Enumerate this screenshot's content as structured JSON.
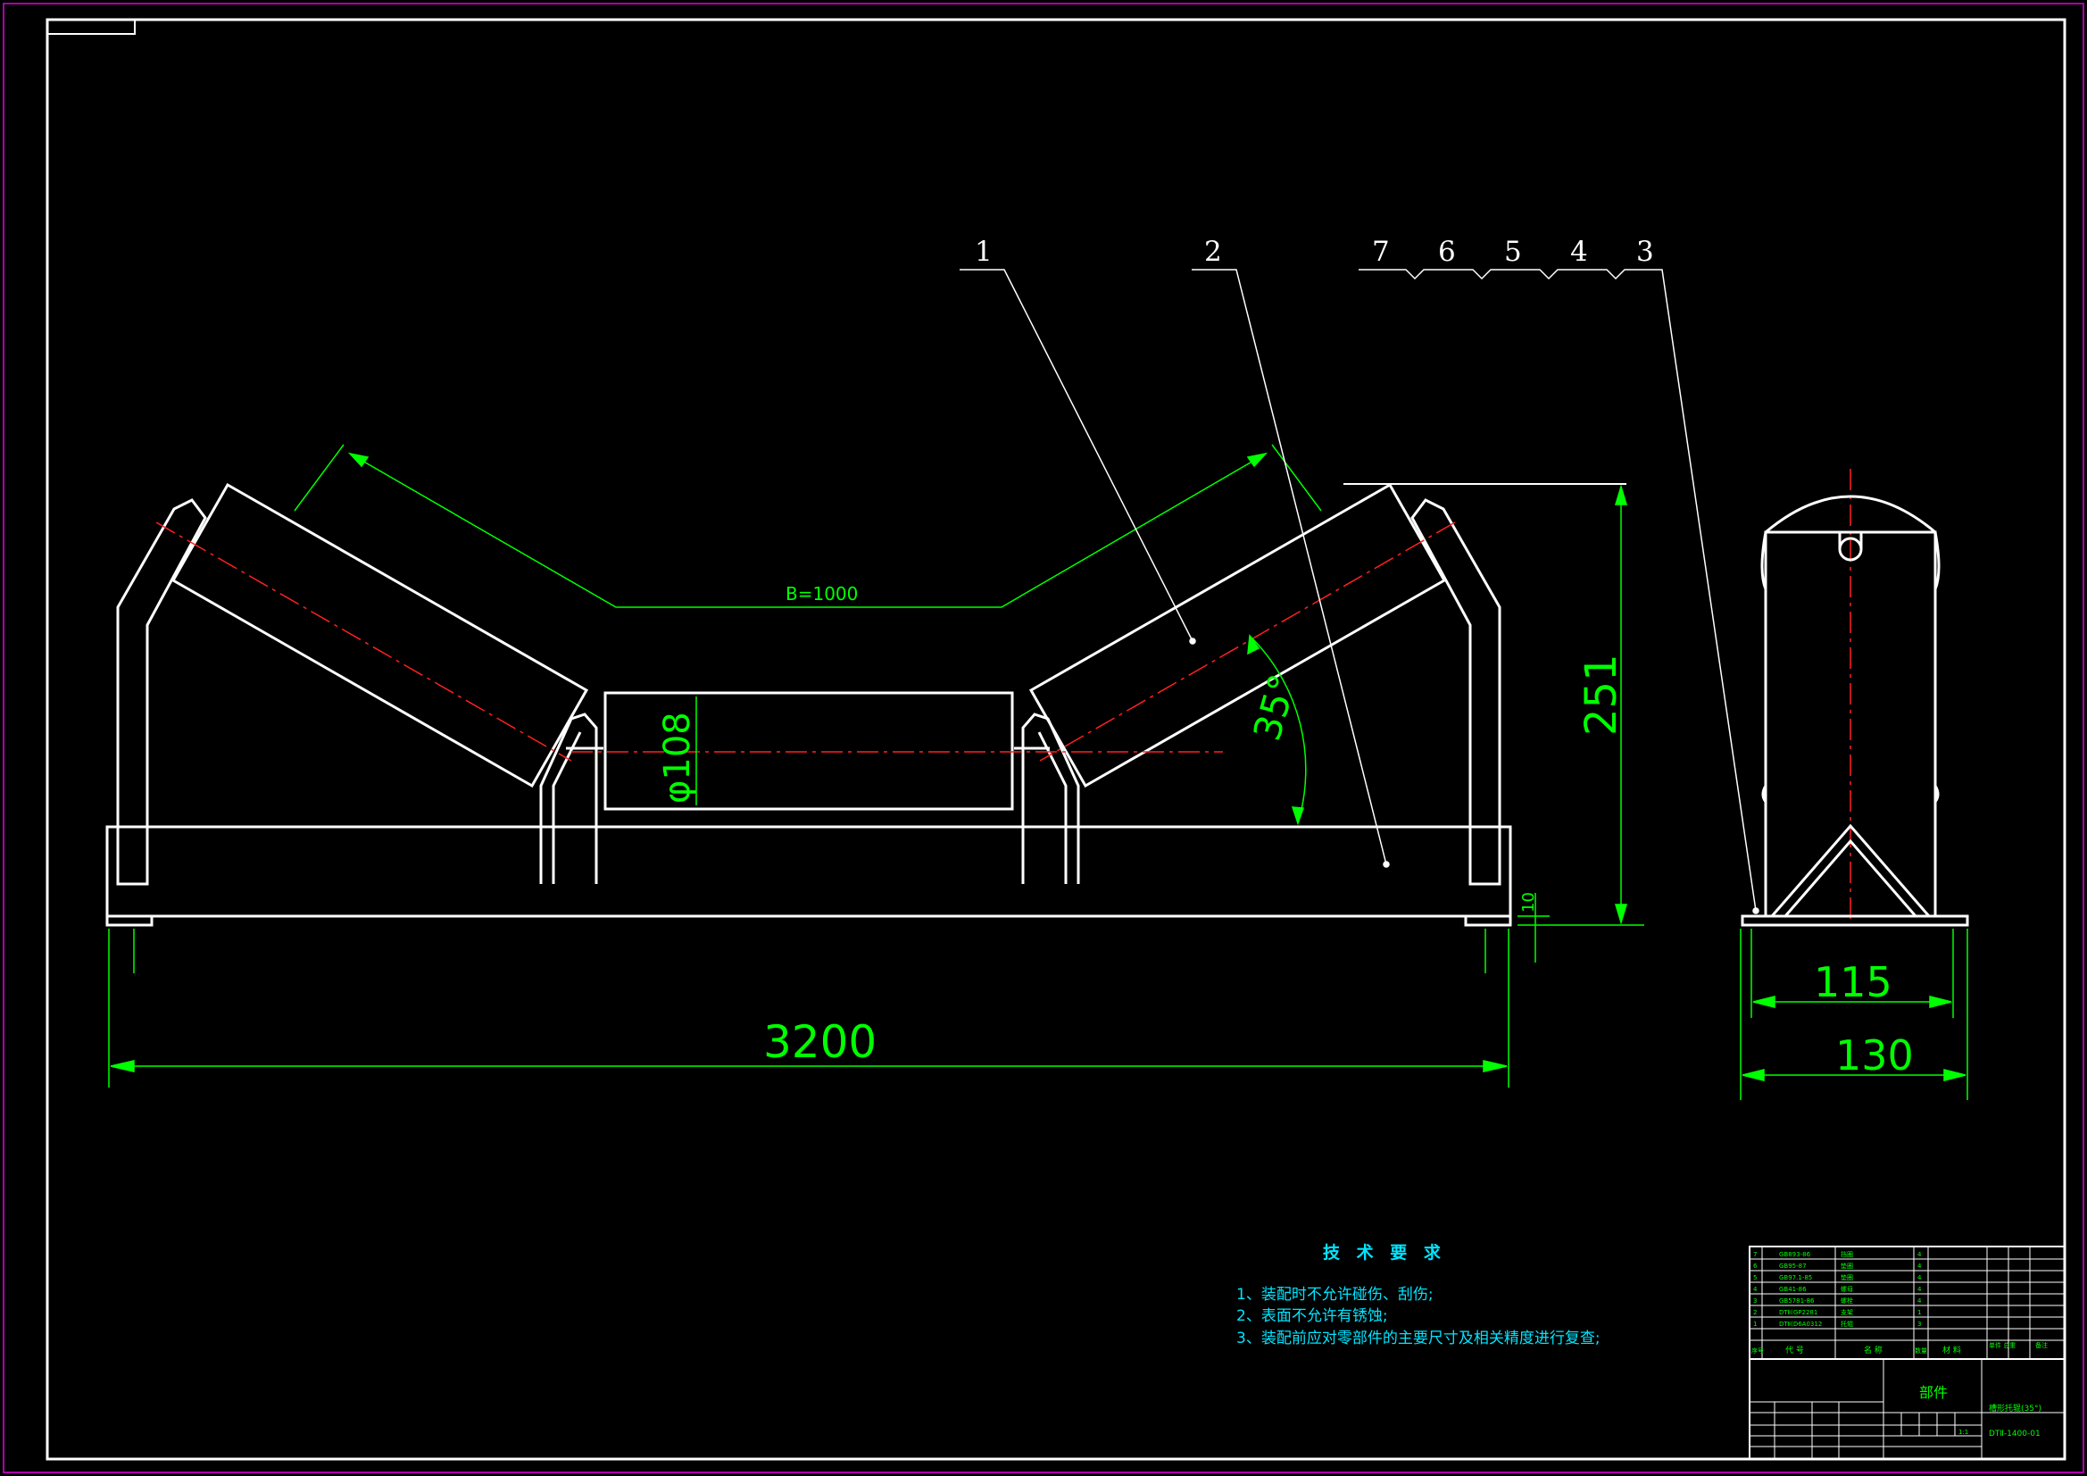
{
  "balloons": [
    "1",
    "2",
    "7",
    "6",
    "5",
    "4",
    "3"
  ],
  "dimensions": {
    "belt_width": "B=1000",
    "diameter": "φ108",
    "angle": "35°",
    "height": "251",
    "small_gap": "10",
    "overall_length": "3200",
    "side_inner": "115",
    "side_outer": "130"
  },
  "technical_requirements": {
    "title": "技 术 要 求",
    "items": [
      "1、装配时不允许碰伤、刮伤;",
      "2、表面不允许有锈蚀;",
      "3、装配前应对零部件的主要尺寸及相关精度进行复查;"
    ]
  },
  "parts_list": {
    "rows": [
      {
        "no": "7",
        "code": "GB893-86",
        "name": "挡圈",
        "qty": "4"
      },
      {
        "no": "6",
        "code": "GB95-87",
        "name": "垫圈",
        "qty": "4"
      },
      {
        "no": "5",
        "code": "GB97.1-85",
        "name": "垫圈",
        "qty": "4"
      },
      {
        "no": "4",
        "code": "GB41-86",
        "name": "螺母",
        "qty": "4"
      },
      {
        "no": "3",
        "code": "GB5781-86",
        "name": "螺栓",
        "qty": "4"
      },
      {
        "no": "2",
        "code": "DTⅡ(GP2281",
        "name": "支架",
        "qty": "1"
      },
      {
        "no": "1",
        "code": "DTⅡ(D6A0312",
        "name": "托辊",
        "qty": "3"
      }
    ],
    "header": {
      "no": "序号",
      "code": "代  号",
      "name": "名  称",
      "qty": "数量",
      "material": "材  料",
      "weight": "单件 总重",
      "note": "备注"
    }
  },
  "title_block": {
    "part_label": "部件",
    "drawing_name": "槽形托辊(35°)",
    "drawing_code": "DTⅡ-1400-01",
    "scale": "1:1"
  }
}
